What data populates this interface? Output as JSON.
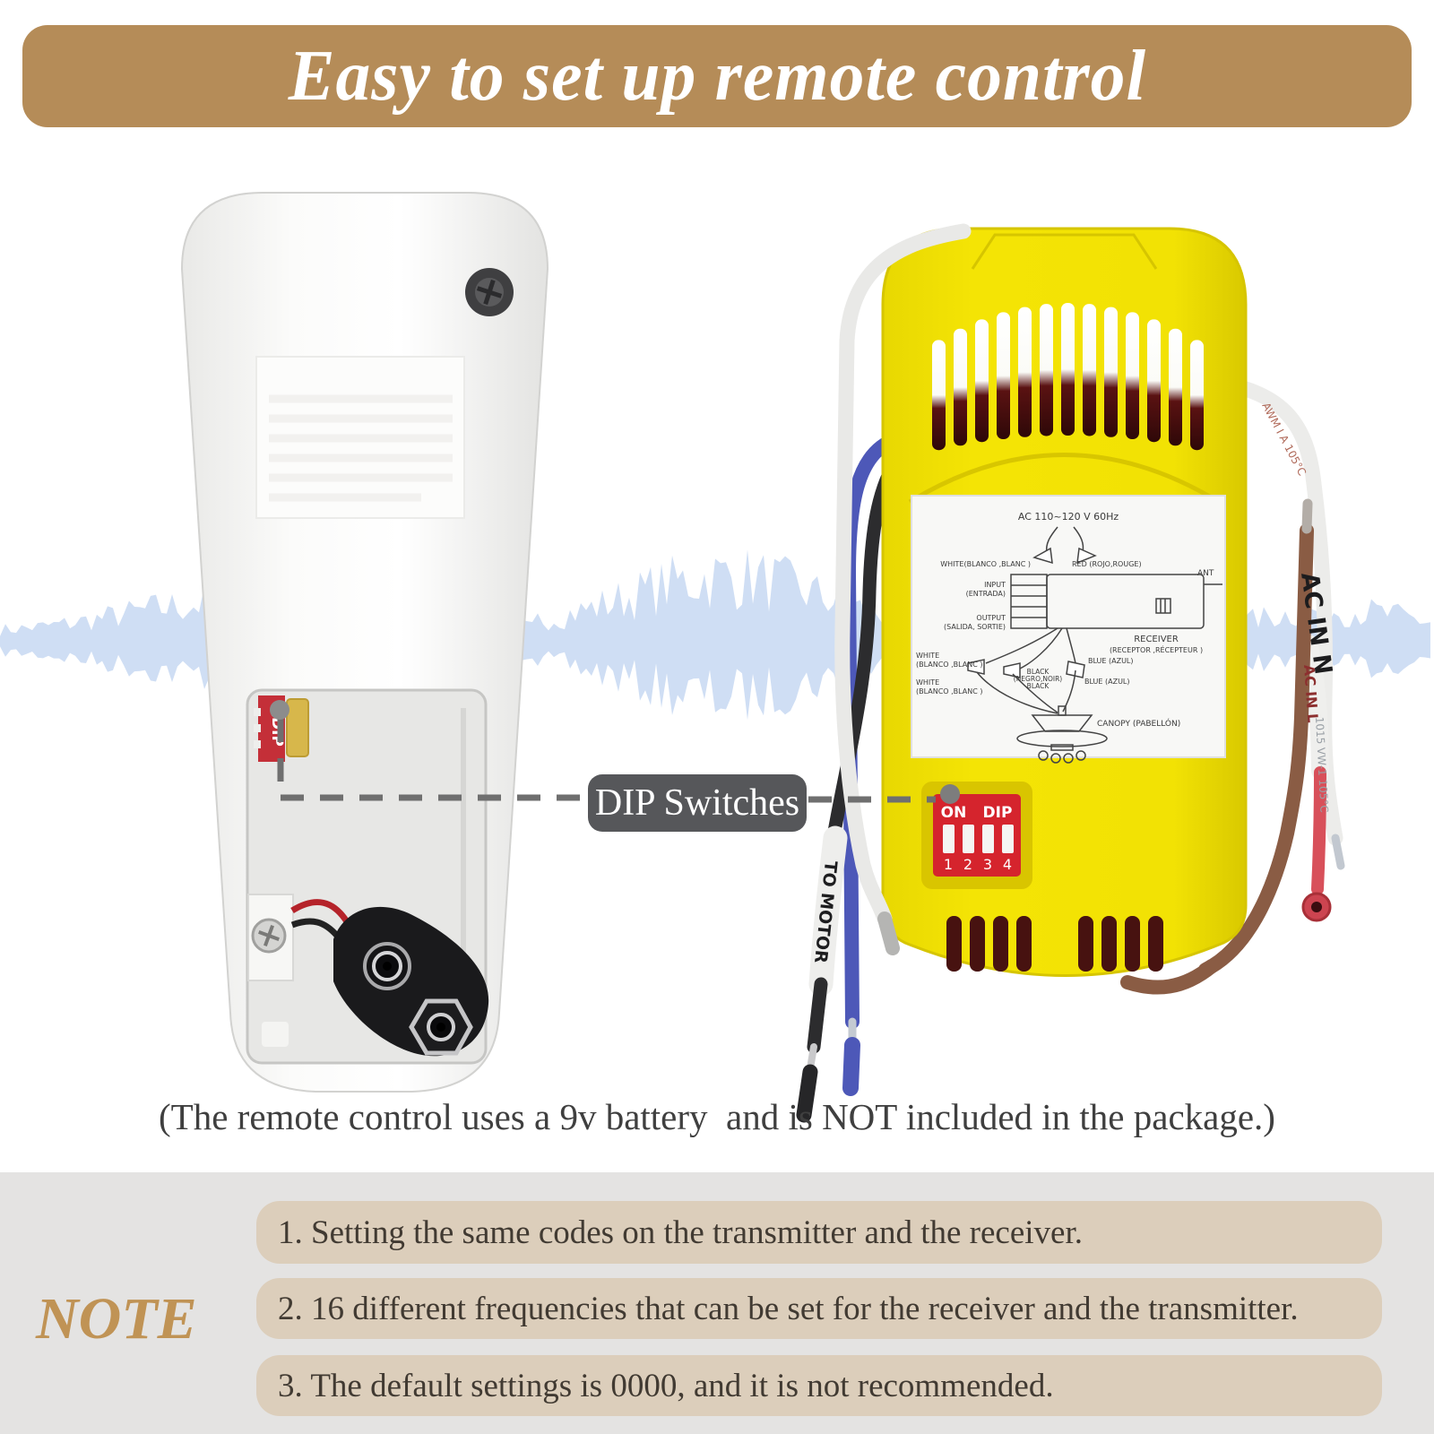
{
  "colors": {
    "banner_bg": "#b58c58",
    "note_gold": "#c09355",
    "note_bg": "#e4e3e2",
    "pill_bg": "#dccebb",
    "callout_bg": "#56575a",
    "receiver_yellow": "#f2e204",
    "dip_red": "#d5242d",
    "wave_blue": "#ccdcf3"
  },
  "banner": {
    "title": "Easy to set up remote control"
  },
  "callout": {
    "label": "DIP Switches"
  },
  "caption": "(The remote control uses a 9v battery  and is NOT included in the package.)",
  "note": {
    "heading": "NOTE",
    "items": [
      "1. Setting the same codes on the transmitter and the receiver.",
      "2. 16 different frequencies that can be set for the receiver and the transmitter.",
      "3. The default settings is 0000, and it is not recommended."
    ]
  },
  "remote": {
    "dip_vertical": {
      "on": "N",
      "dip": "DIP"
    }
  },
  "receiver": {
    "dip": {
      "on": "ON",
      "dip": "DIP",
      "numbers": [
        "1",
        "2",
        "3",
        "4"
      ]
    },
    "wires": {
      "to_motor": "TO MOTOR",
      "ac_in_n": "AC IN N",
      "ac_in_l": "AC IN L",
      "print_top": "AWM I A 105°C",
      "print_bottom": "1015 VW-1 105°C"
    },
    "diagram": {
      "power": "AC 110~120 V 60Hz",
      "white_top": "WHITE(BLANCO ,BLANC )",
      "red_top": "RED (ROJO,ROUGE)",
      "input1": "INPUT",
      "input2": "(ENTRADA)",
      "output1": "OUTPUT",
      "output2": "(SALIDA, SORTIE)",
      "ant": "ANT",
      "receiver1": "RECEIVER",
      "receiver2": "(RECEPTOR ,RÉCEPTEUR )",
      "white_mid1": "WHITE",
      "white_mid2": "(BLANCO ,BLANC )",
      "black1": "BLACK",
      "black2": "(NEGRO,NOIR)",
      "black3": "BLACK",
      "blue1": "BLUE (AZUL)",
      "blue2": "BLUE (AZUL)",
      "white_low1": "WHITE",
      "white_low2": "(BLANCO ,BLANC )",
      "canopy": "CANOPY (PABELLÓN)"
    }
  }
}
